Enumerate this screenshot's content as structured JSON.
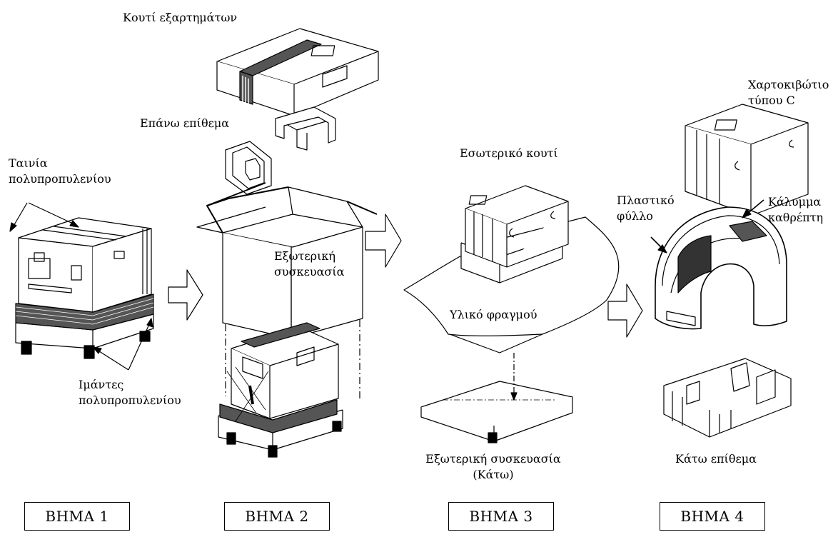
{
  "labels": {
    "accessory_box": "Κουτί εξαρτημάτων",
    "top_pad": "Επάνω επίθεμα",
    "pp_tape_1": "Ταινία",
    "pp_tape_2": "πολυπροπυλενίου",
    "outer_pack_1": "Εξωτερική",
    "outer_pack_2": "συσκευασία",
    "inner_box": "Εσωτερικό κουτί",
    "barrier": "Υλικό φραγμού",
    "pp_bands_1": "Ιμάντες",
    "pp_bands_2": "πολυπροπυλενίου",
    "outer_bottom_1": "Εξωτερική συσκευασία",
    "outer_bottom_2": "(Κάτω)",
    "c_carton_1": "Χαρτοκιβώτιο",
    "c_carton_2": "τύπου C",
    "plastic_1": "Πλαστικό",
    "plastic_2": "φύλλο",
    "mirror_1": "Κάλυμμα",
    "mirror_2": "καθρέπτη",
    "bottom_pad": "Κάτω επίθεμα"
  },
  "steps": [
    "ΒΗΜΑ 1",
    "ΒΗΜΑ 2",
    "ΒΗΜΑ 3",
    "ΒΗΜΑ 4"
  ]
}
